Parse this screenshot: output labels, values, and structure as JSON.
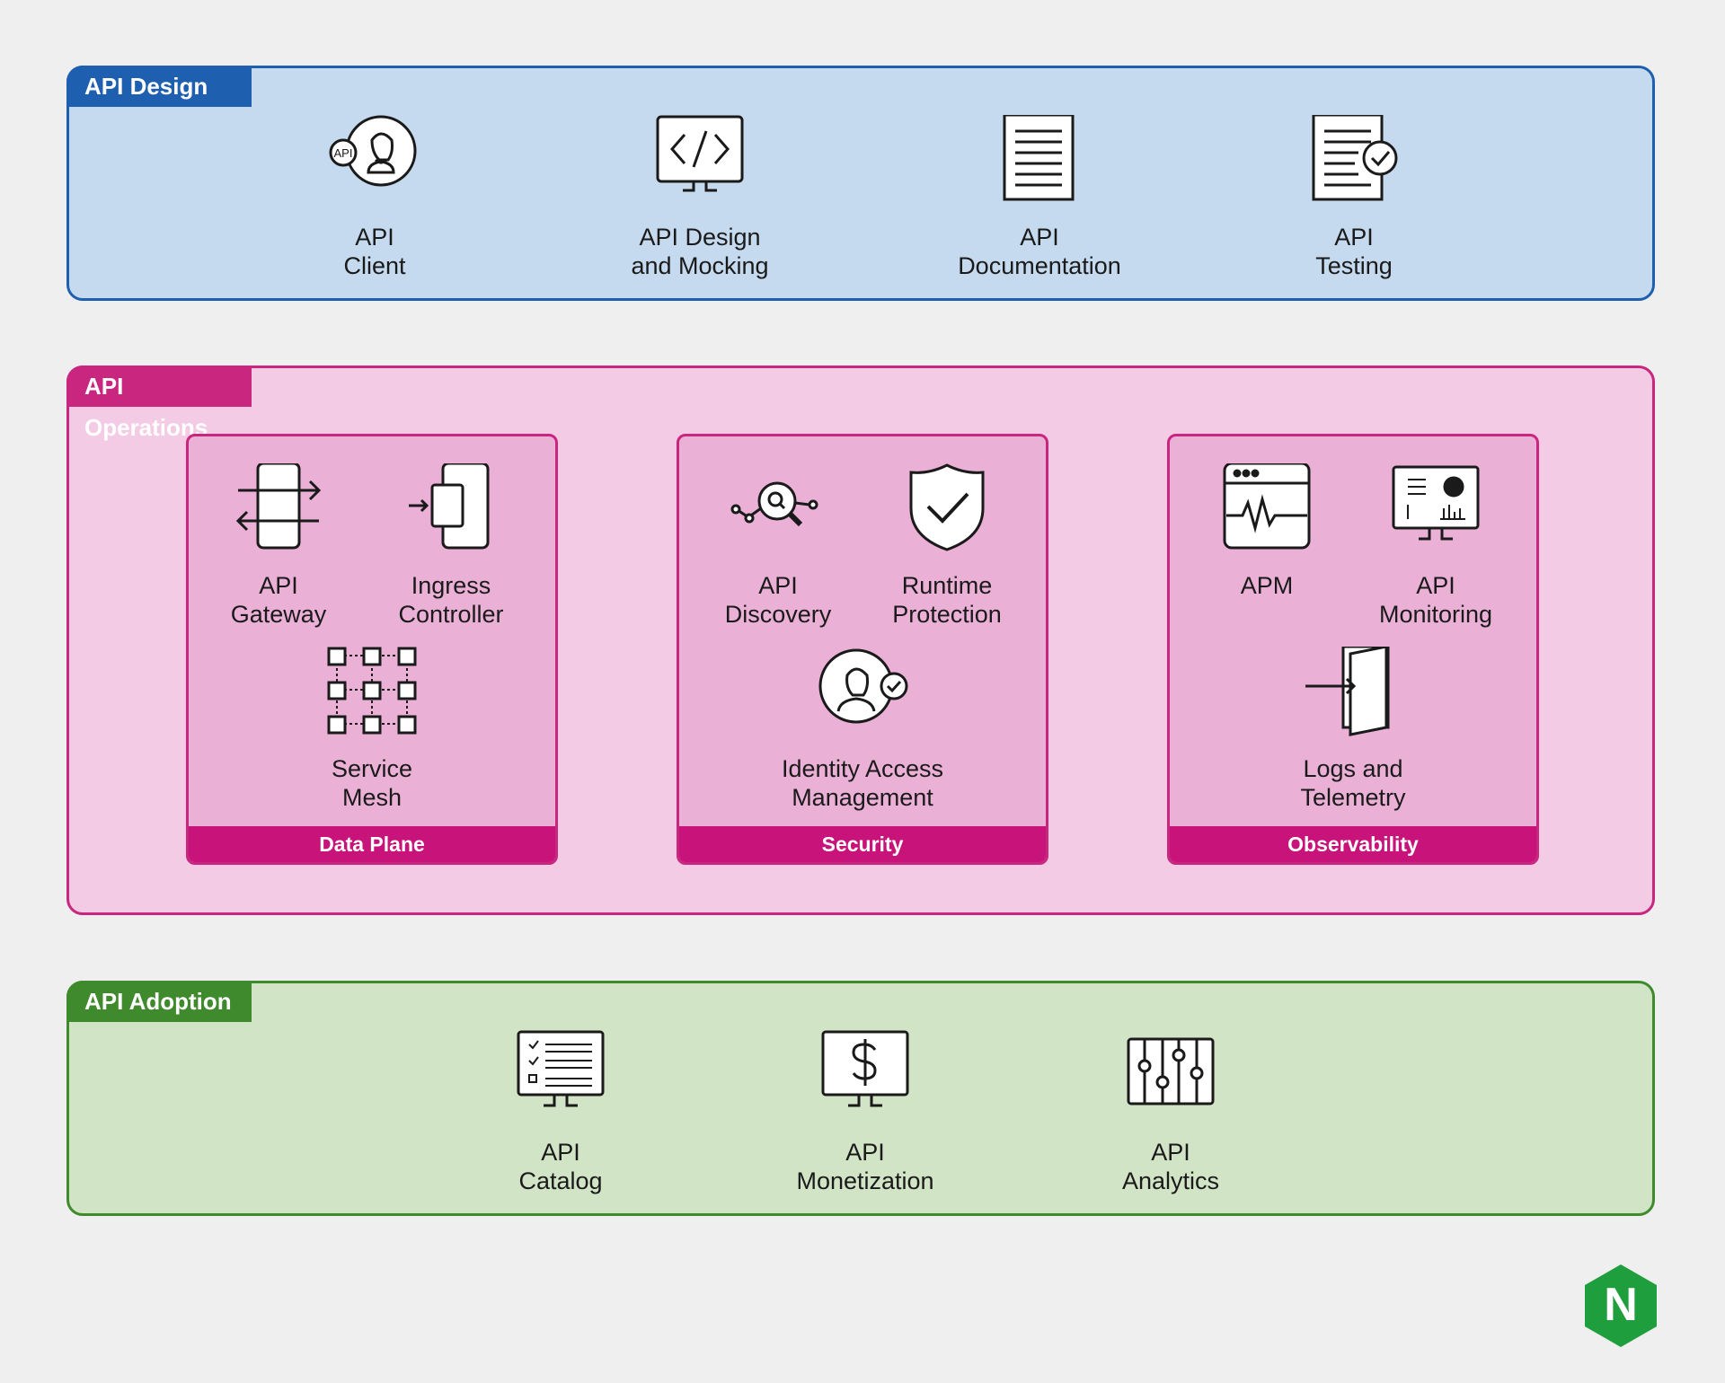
{
  "sections": {
    "design": {
      "title": "API Design",
      "items": [
        {
          "label": "API\nClient",
          "icon": "api-client-icon"
        },
        {
          "label": "API Design\nand Mocking",
          "icon": "code-monitor-icon"
        },
        {
          "label": "API\nDocumentation",
          "icon": "document-icon"
        },
        {
          "label": "API\nTesting",
          "icon": "document-check-icon"
        }
      ]
    },
    "operations": {
      "title": "API Operations",
      "groups": {
        "data_plane": {
          "footer": "Data Plane",
          "items": [
            {
              "label": "API\nGateway",
              "icon": "gateway-icon"
            },
            {
              "label": "Ingress\nController",
              "icon": "ingress-icon"
            },
            {
              "label": "Service\nMesh",
              "icon": "mesh-grid-icon"
            }
          ]
        },
        "security": {
          "footer": "Security",
          "items": [
            {
              "label": "API\nDiscovery",
              "icon": "discovery-search-icon"
            },
            {
              "label": "Runtime\nProtection",
              "icon": "shield-check-icon"
            },
            {
              "label": "Identity Access\nManagement",
              "icon": "identity-user-icon"
            }
          ]
        },
        "observability": {
          "footer": "Observability",
          "items": [
            {
              "label": "APM",
              "icon": "heartbeat-window-icon"
            },
            {
              "label": "API\nMonitoring",
              "icon": "dashboard-monitor-icon"
            },
            {
              "label": "Logs and\nTelemetry",
              "icon": "door-arrow-icon"
            }
          ]
        }
      }
    },
    "adoption": {
      "title": "API Adoption",
      "items": [
        {
          "label": "API\nCatalog",
          "icon": "catalog-monitor-icon"
        },
        {
          "label": "API\nMonetization",
          "icon": "dollar-monitor-icon"
        },
        {
          "label": "API\nAnalytics",
          "icon": "sliders-icon"
        }
      ]
    }
  },
  "logo": {
    "letter": "N",
    "color": "#1e9e3c",
    "icon": "nginx-logo"
  }
}
